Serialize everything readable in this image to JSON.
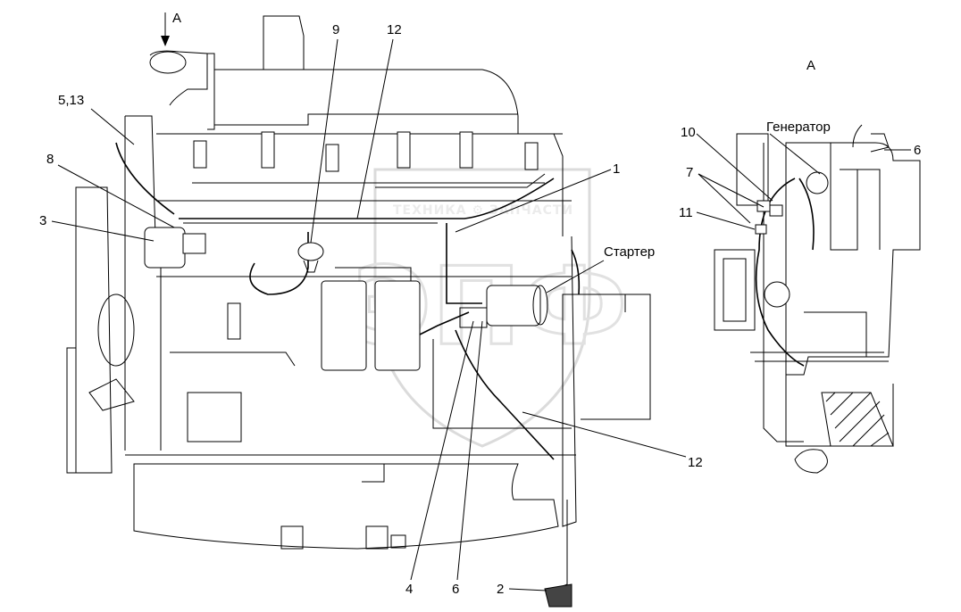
{
  "view_marker": {
    "arrow_label": "А",
    "view_title": "А"
  },
  "callouts": {
    "c_5_13": "5,13",
    "c_8": "8",
    "c_3": "3",
    "c_9": "9",
    "c_12_top": "12",
    "c_1": "1",
    "c_starter": "Стартер",
    "c_12_right": "12",
    "c_4": "4",
    "c_6_bottom": "6",
    "c_2": "2",
    "c_10": "10",
    "c_generator": "Генератор",
    "c_6_right": "6",
    "c_7": "7",
    "c_11": "11"
  },
  "watermark": {
    "text": "ТЕХНИКА ⚙ ЗАПЧАСТИ",
    "logo": "ЭПФ"
  }
}
